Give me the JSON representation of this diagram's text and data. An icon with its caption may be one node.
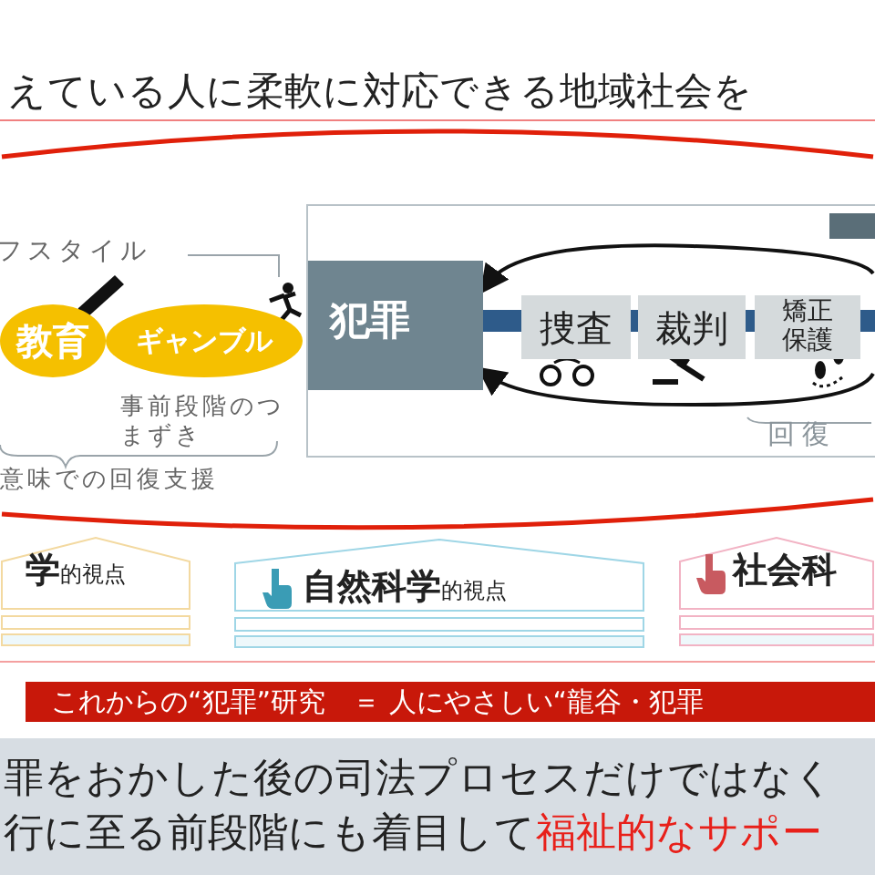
{
  "diagram": {
    "title": "えている人に柔軟に対応できる地域社会を",
    "nodes": [
      {
        "text": [
          "教育"
        ]
      },
      {
        "text": [
          "ギャンブル"
        ]
      },
      {
        "text": [
          "回復"
        ]
      },
      {
        "text": [
          "犯罪"
        ],
        "in": 2
      },
      {
        "text": [
          "捜査"
        ],
        "in": 2
      },
      {
        "text": [
          "裁判"
        ],
        "in": 2
      },
      {
        "text": [
          "矯正保護"
        ],
        "in": 2
      },
      {
        "text": [
          "**学**的視点"
        ]
      },
      {
        "text": [
          "**自然科学**的視点"
        ]
      },
      {
        "text": [
          "**社会科**"
        ]
      },
      {
        "text": [
          "これからの“犯罪”研究　＝ 人にやさしい“龍谷・犯罪"
        ]
      },
      {
        "text": [
          "罪をおかした後の司法プロセスだけではなく行に至る前段階にも着目して",
          "福祉的なサポー"
        ]
      }
    ],
    "edges": [
      {
        "from": 3,
        "to": 4,
        "arrow": "none"
      },
      {
        "from": 4,
        "to": 5,
        "arrow": "none"
      },
      {
        "from": 5,
        "to": 6,
        "arrow": "none"
      },
      {
        "from": null,
        "to": 3,
        "arrow": "to",
        "color": "#111111"
      },
      {
        "from": null,
        "to": 3,
        "arrow": "to",
        "color": "#111111"
      }
    ],
    "labels": [
      "フスタイル",
      "事前段階のつまずき",
      "意味での回復支援"
    ]
  }
}
